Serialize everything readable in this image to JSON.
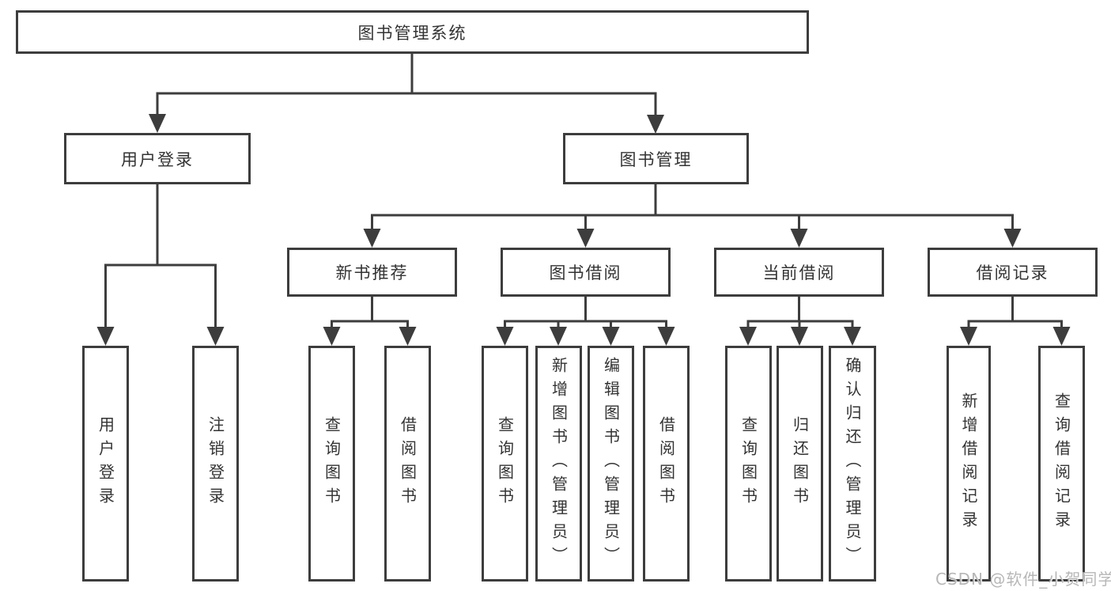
{
  "diagram": {
    "tree": {
      "root": "图书管理系统",
      "children": [
        {
          "label": "用户登录",
          "children": [
            {
              "label": "用户登录"
            },
            {
              "label": "注销登录"
            }
          ]
        },
        {
          "label": "图书管理",
          "children": [
            {
              "label": "新书推荐",
              "children": [
                {
                  "label": "查询图书"
                },
                {
                  "label": "借阅图书"
                }
              ]
            },
            {
              "label": "图书借阅",
              "children": [
                {
                  "label": "查询图书"
                },
                {
                  "label": "新增图书（管理员）"
                },
                {
                  "label": "编辑图书（管理员）"
                },
                {
                  "label": "借阅图书"
                }
              ]
            },
            {
              "label": "当前借阅",
              "children": [
                {
                  "label": "查询图书"
                },
                {
                  "label": "归还图书"
                },
                {
                  "label": "确认归还（管理员）"
                }
              ]
            },
            {
              "label": "借阅记录",
              "children": [
                {
                  "label": "新增借阅记录"
                },
                {
                  "label": "查询借阅记录"
                }
              ]
            }
          ]
        }
      ]
    }
  },
  "watermark": {
    "text": "CSDN @软件_小贺同学"
  },
  "colors": {
    "line": "#3d3d3d",
    "text": "#333333",
    "background": "#ffffff",
    "watermark": "#afafaf"
  }
}
